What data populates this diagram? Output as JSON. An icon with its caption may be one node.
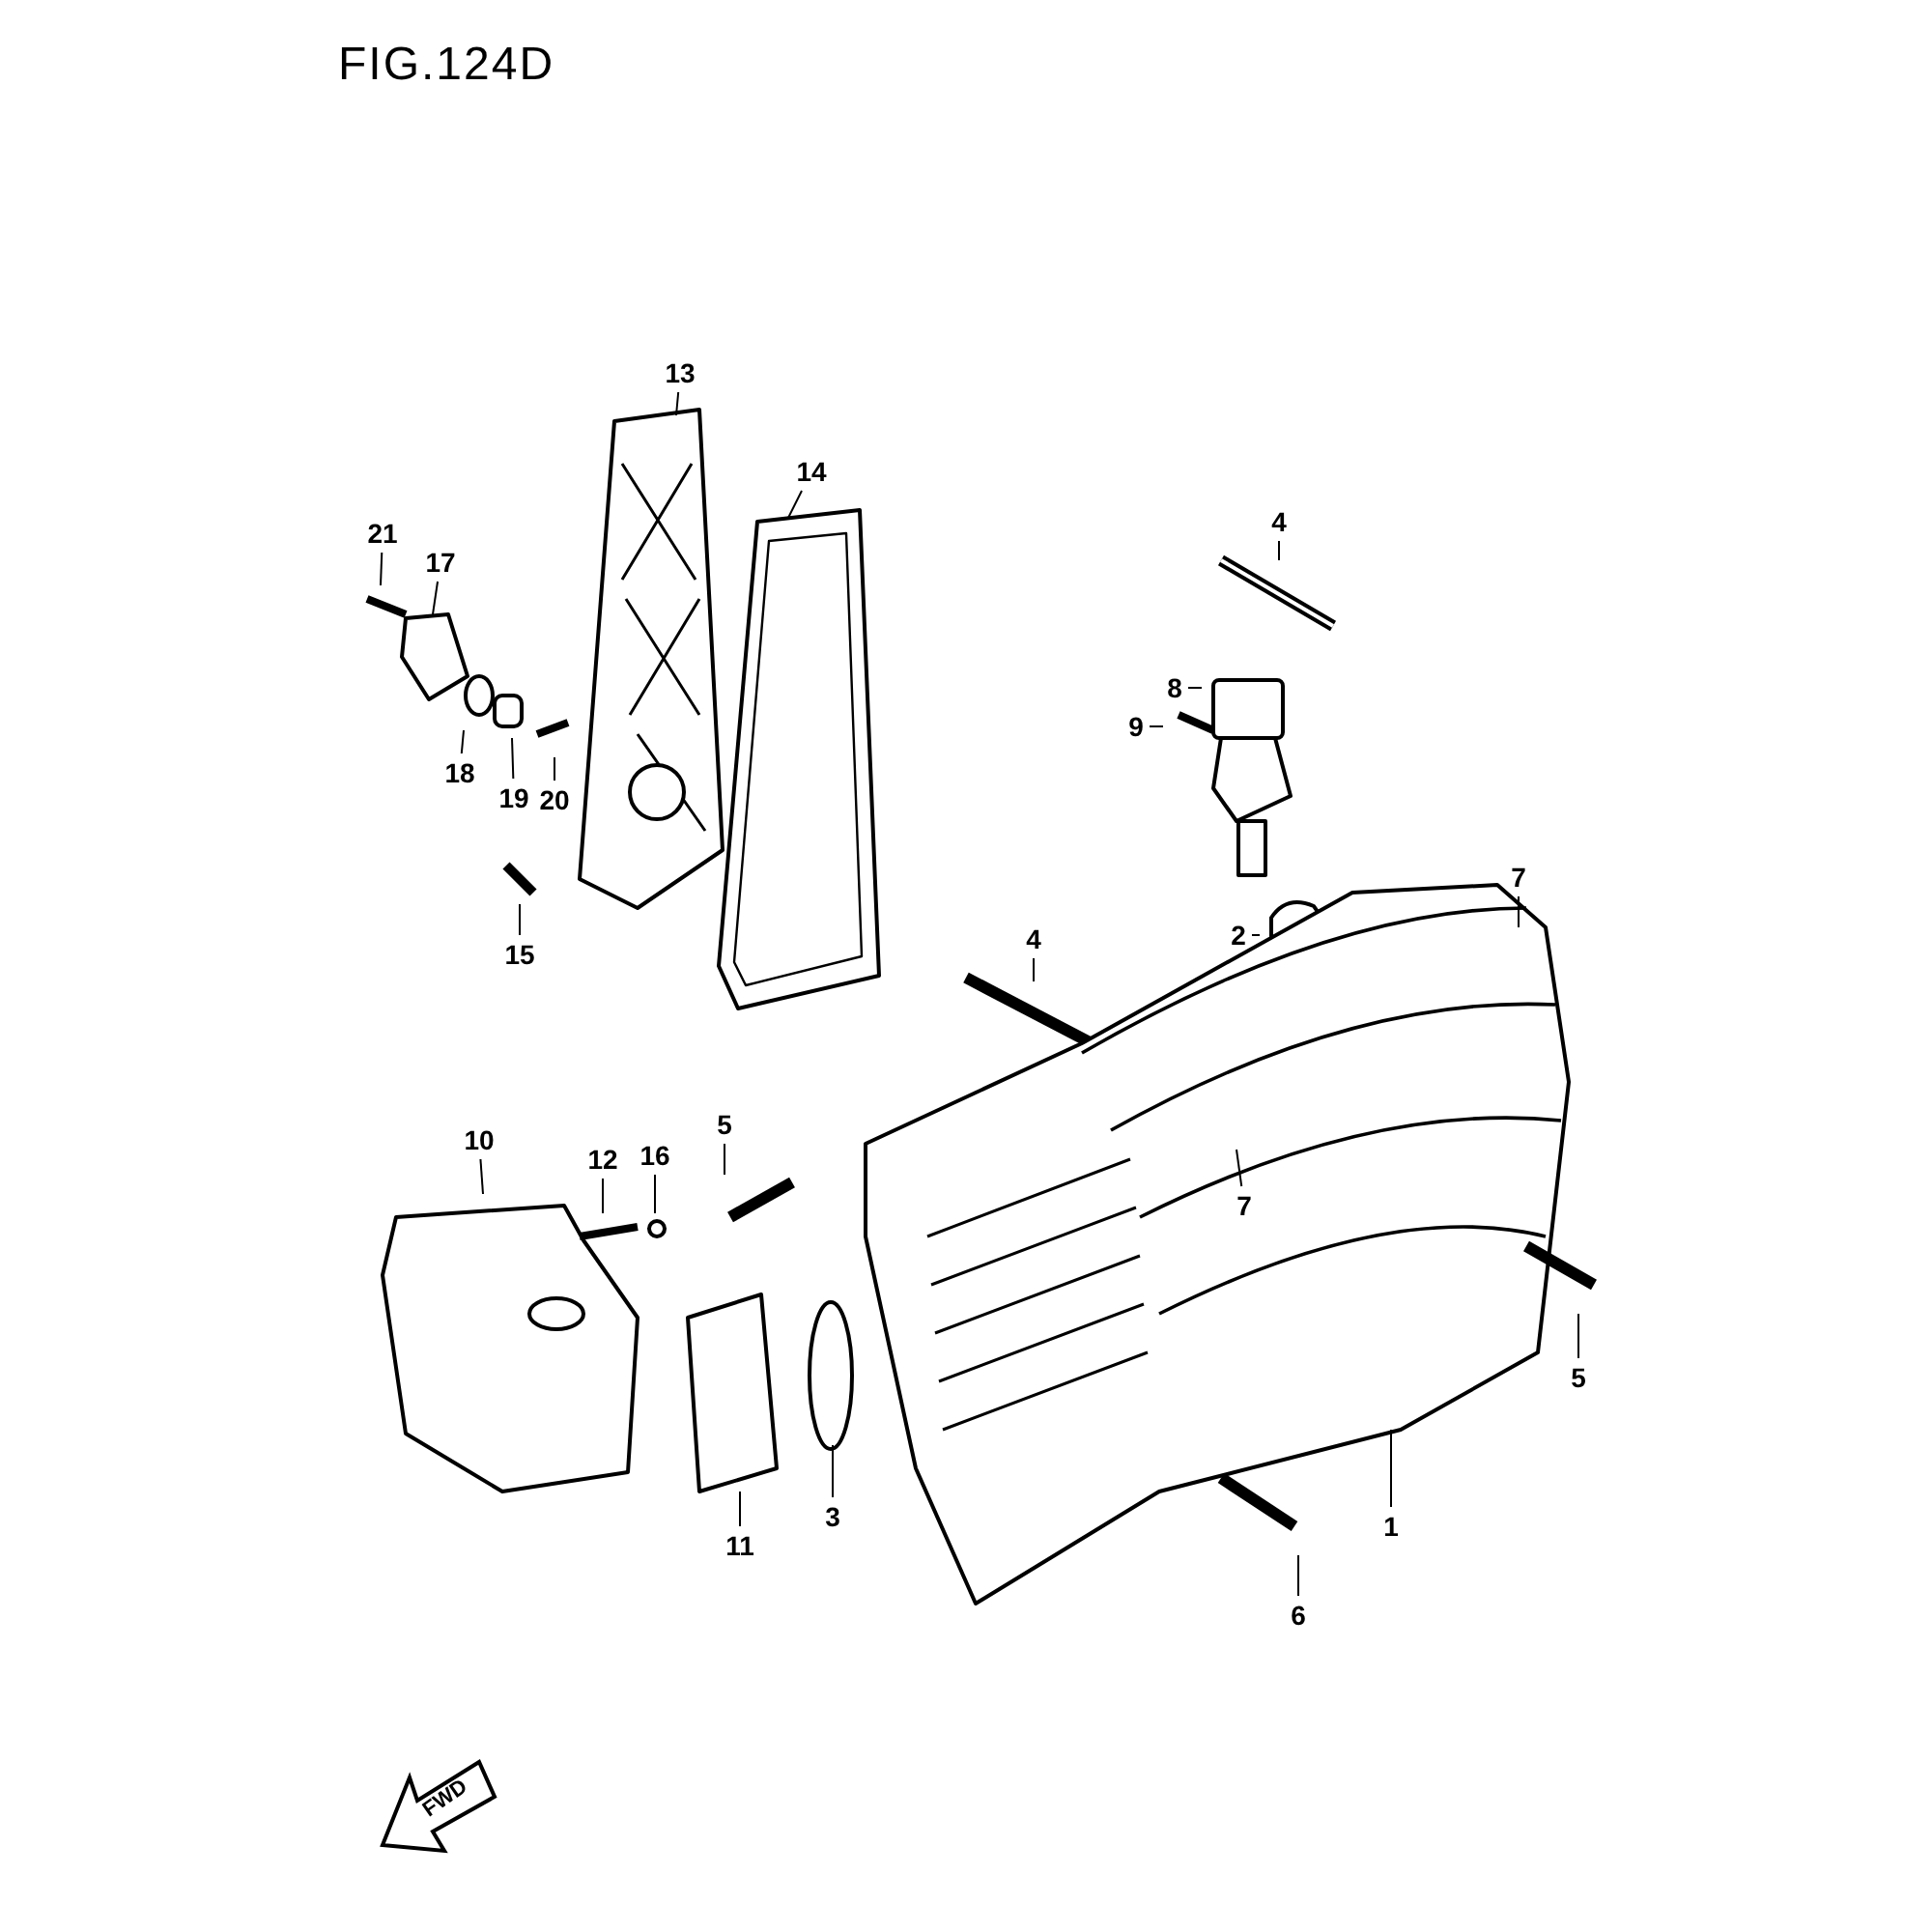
{
  "diagram": {
    "title": "FIG.124D",
    "nodes": [
      {
        "text": [
          "13"
        ]
      },
      {
        "text": [
          "14"
        ]
      },
      {
        "text": [
          "4"
        ]
      },
      {
        "text": [
          "21"
        ]
      },
      {
        "text": [
          "17"
        ]
      },
      {
        "text": [
          "8"
        ]
      },
      {
        "text": [
          "9"
        ]
      },
      {
        "text": [
          "18"
        ]
      },
      {
        "text": [
          "19"
        ]
      },
      {
        "text": [
          "20"
        ]
      },
      {
        "text": [
          "7"
        ]
      },
      {
        "text": [
          "2"
        ]
      },
      {
        "text": [
          "4"
        ]
      },
      {
        "text": [
          "15"
        ]
      },
      {
        "text": [
          "5"
        ]
      },
      {
        "text": [
          "10"
        ]
      },
      {
        "text": [
          "12"
        ]
      },
      {
        "text": [
          "16"
        ]
      },
      {
        "text": [
          "7"
        ]
      },
      {
        "text": [
          "5"
        ]
      },
      {
        "text": [
          "3"
        ]
      },
      {
        "text": [
          "1"
        ]
      },
      {
        "text": [
          "11"
        ]
      },
      {
        "text": [
          "6"
        ]
      }
    ],
    "edges": [
      {
        "from": 0,
        "to": null,
        "arrow": "none"
      },
      {
        "from": 1,
        "to": null,
        "arrow": "none"
      },
      {
        "from": 2,
        "to": null,
        "arrow": "none"
      },
      {
        "from": 3,
        "to": null,
        "arrow": "none"
      },
      {
        "from": 4,
        "to": null,
        "arrow": "none"
      },
      {
        "from": 5,
        "to": null,
        "arrow": "none"
      },
      {
        "from": 6,
        "to": null,
        "arrow": "none"
      },
      {
        "from": 7,
        "to": null,
        "arrow": "none"
      },
      {
        "from": 8,
        "to": null,
        "arrow": "none"
      },
      {
        "from": 9,
        "to": null,
        "arrow": "none"
      },
      {
        "from": 10,
        "to": null,
        "arrow": "none"
      },
      {
        "from": 11,
        "to": null,
        "arrow": "none"
      },
      {
        "from": 12,
        "to": null,
        "arrow": "none"
      },
      {
        "from": 13,
        "to": null,
        "arrow": "none"
      },
      {
        "from": 14,
        "to": null,
        "arrow": "none"
      },
      {
        "from": 15,
        "to": null,
        "arrow": "none"
      },
      {
        "from": 16,
        "to": null,
        "arrow": "none"
      },
      {
        "from": 17,
        "to": null,
        "arrow": "none"
      },
      {
        "from": 18,
        "to": null,
        "arrow": "none"
      },
      {
        "from": 19,
        "to": null,
        "arrow": "none"
      },
      {
        "from": 20,
        "to": null,
        "arrow": "none"
      },
      {
        "from": 21,
        "to": null,
        "arrow": "none"
      },
      {
        "from": 22,
        "to": null,
        "arrow": "none"
      },
      {
        "from": 23,
        "to": null,
        "arrow": "none"
      }
    ],
    "labels": [
      "FWD"
    ]
  }
}
